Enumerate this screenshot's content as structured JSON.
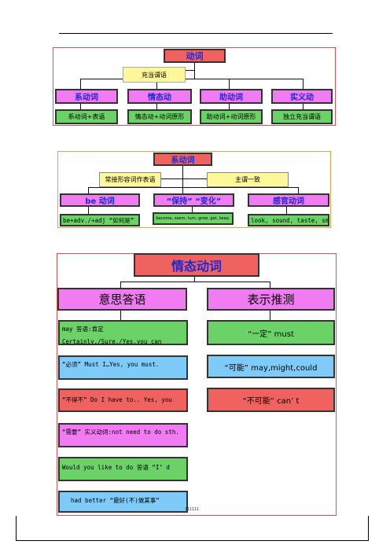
{
  "diagram1": {
    "root": "动词",
    "note": "充当谓语",
    "categories": [
      "系动词",
      "情态动",
      "助动词",
      "实义动"
    ],
    "descs": [
      "系动词+表语",
      "情态动+动词原形",
      "助动词+动词原形",
      "独立充当谓语"
    ]
  },
  "diagram2": {
    "root": "系动词",
    "left_note": "常接形容词作表语",
    "right_note": "主谓一致",
    "categories": [
      "be 动词",
      "“保持” “变化”",
      "感官动词"
    ],
    "descs": [
      "be+adv./+adj “如何是”",
      "become, seem, turn, grow, get, keep.",
      "look, sound, taste, smel"
    ]
  },
  "diagram3": {
    "root": "情态动词",
    "left_header": "意思答语",
    "right_header": "表示推测",
    "left_items": [
      "may 答语:肯定 Certainly./Sure./Yes,you can",
      "“必须” Must I…Yes, you must.",
      "“不得不” Do I have to.. Yes, you",
      "“需要” 实义动词:not need to do sth.",
      "Would you like to do 答语 “I’ d like",
      "had better “最好(不)做某事”"
    ],
    "right_items": [
      "“一定” must",
      "“可能” may,might,could",
      "“不可能” can’ t"
    ],
    "footer_marks": "111111"
  }
}
